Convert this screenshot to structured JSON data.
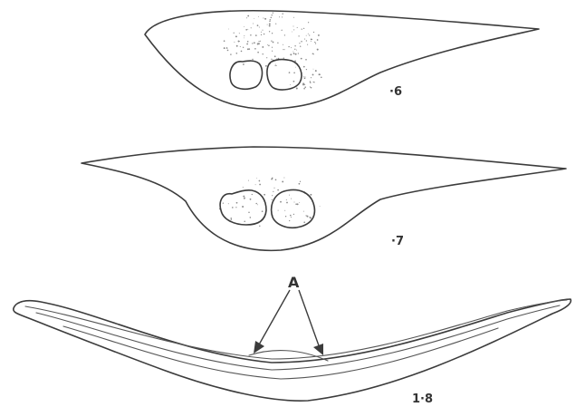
{
  "figure": {
    "labels": {
      "section_6": "·6",
      "section_7": "·7",
      "section_8": "1·8",
      "arrow_label": "A"
    }
  }
}
